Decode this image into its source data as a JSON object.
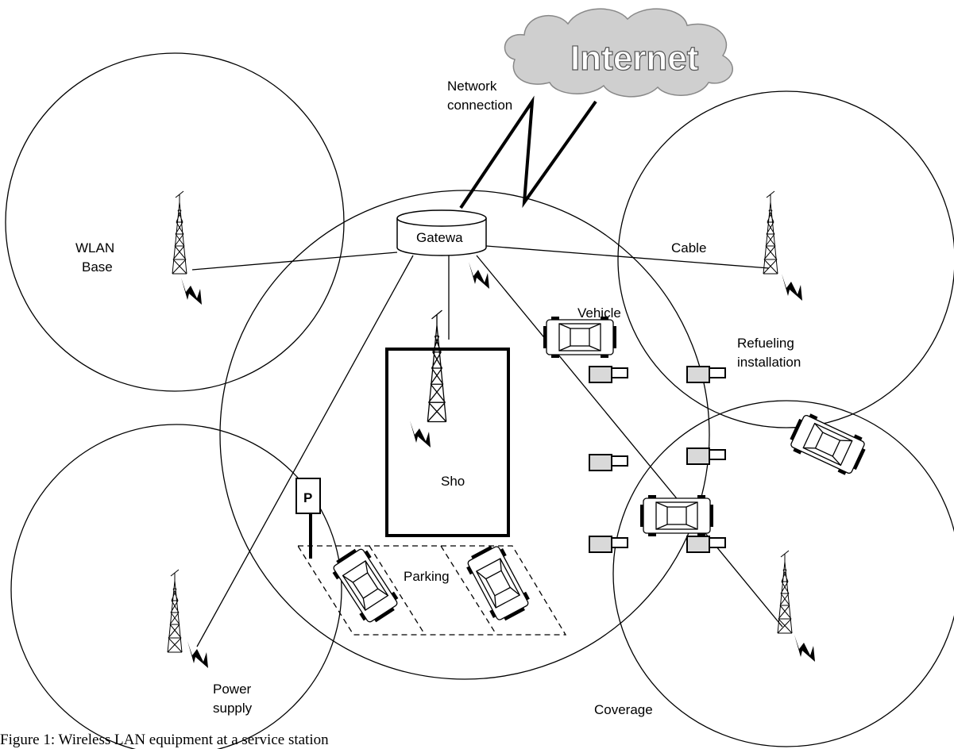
{
  "labels": {
    "internet": "Internet",
    "network_connection_1": "Network",
    "network_connection_2": "connection",
    "gateway": "Gatewa",
    "wlan_base_1": "WLAN",
    "wlan_base_2": "Base",
    "cable": "Cable",
    "vehicle": "Vehicle",
    "refueling_1": "Refueling",
    "refueling_2": "installation",
    "shop": "Sho",
    "parking_sign": "P",
    "parking": "Parking",
    "power_supply_1": "Power",
    "power_supply_2": "supply",
    "coverage": "Coverage"
  },
  "caption": "Figure 1: Wireless LAN equipment at a service station",
  "colors": {
    "cloud": "#cfcfcf",
    "pump": "#d9d9d9",
    "line": "#000000"
  },
  "icons": [
    "cloud-icon",
    "antenna-tower-icon",
    "lightning-icon",
    "car-icon",
    "fuel-pump-icon",
    "gateway-cylinder-icon"
  ]
}
